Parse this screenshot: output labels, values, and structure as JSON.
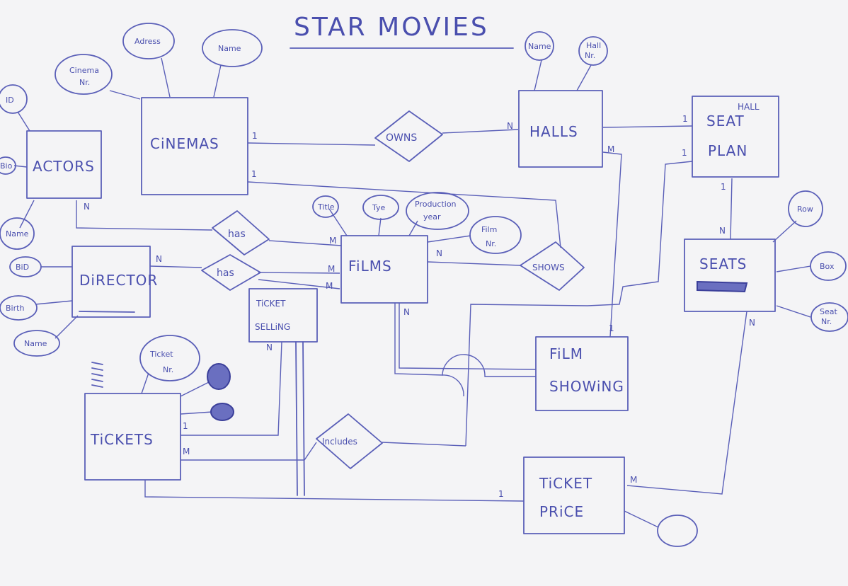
{
  "title": "STAR MOVIES",
  "colors": {
    "ink": "#5a5fb8",
    "paper": "#f4f4f6"
  },
  "entities": {
    "cinemas": "CiNEMAS",
    "halls": "HALLS",
    "seat_plan_hall": "HALL",
    "seat_plan_line1": "SEAT",
    "seat_plan_line2": "PLAN",
    "actors": "ACTORS",
    "directors": "DiRECTOR",
    "films": "FiLMS",
    "ticket_selling_line1": "TiCKET",
    "ticket_selling_line2": "SELLiNG",
    "seats": "SEATS",
    "film_showing_line1": "FiLM",
    "film_showing_line2": "SHOWiNG",
    "tickets": "TiCKETS",
    "ticket_price_line1": "TiCKET",
    "ticket_price_line2": "PRiCE"
  },
  "attributes": {
    "cinema_nr_line1": "Cinema",
    "cinema_nr_line2": "Nr.",
    "cinema_address": "Adress",
    "cinema_name": "Name",
    "hall_name": "Name",
    "hall_nr_line1": "Hall",
    "hall_nr_line2": "Nr.",
    "actor_id": "ID",
    "actor_attr": "Bio",
    "actor_name": "Name",
    "director_id": "BiD",
    "director_birth": "Birth",
    "director_name": "Name",
    "film_title": "Title",
    "film_type": "Tye",
    "film_year_line1": "Production",
    "film_year_line2": "year",
    "film_nr_line1": "Film",
    "film_nr_line2": "Nr.",
    "seat_row": "Row",
    "seat_box": "Box",
    "seat_nr_line1": "Seat",
    "seat_nr_line2": "Nr.",
    "ticket_nr_line1": "Ticket",
    "ticket_nr_line2": "Nr."
  },
  "relationships": {
    "owns": "OWNS",
    "has_actors": "has",
    "has_directors": "has",
    "shows": "SHOWS",
    "includes": "Includes"
  },
  "cardinalities": {
    "cinemas_owns": "1",
    "owns_halls": "N",
    "cinemas_films": "1",
    "halls_seatplan": "1",
    "halls_filmshowing": "M",
    "seatplan_left": "1",
    "seatplan_seats": "1",
    "seats_top": "N",
    "seats_bottom": "N",
    "actors_has": "N",
    "has_films_top": "M",
    "directors_has": "N",
    "has_films_mid": "M",
    "has_films_low": "M",
    "films_shows": "N",
    "films_bottom": "N",
    "filmshowing_top": "1",
    "ticketselling_bottom": "N",
    "tickets_selling": "1",
    "tickets_includes": "M",
    "ticketprice_left": "1",
    "ticketprice_right": "M"
  }
}
